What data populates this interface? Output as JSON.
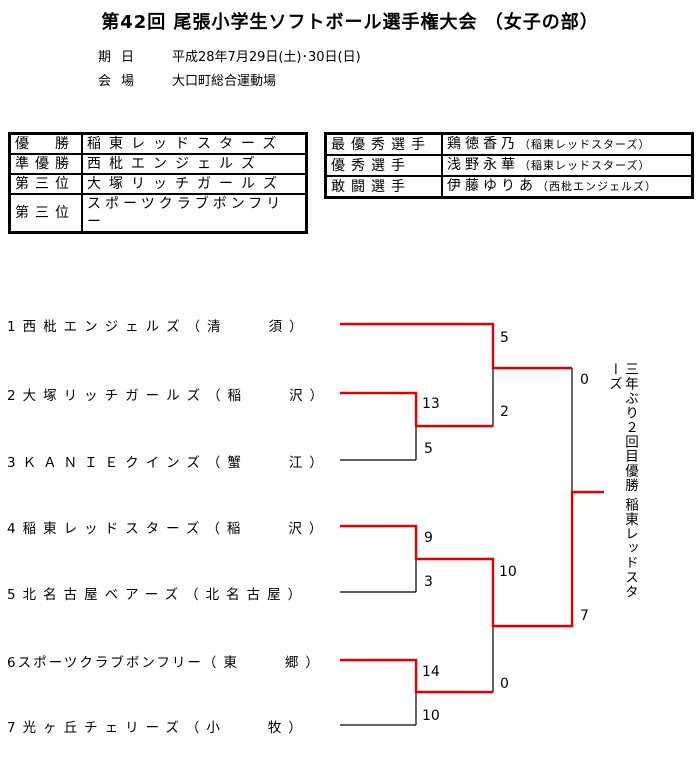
{
  "title": "第42回 尾張小学生ソフトボール選手権大会 （女子の部）",
  "meta": [
    {
      "label": "期日",
      "value": "平成28年7月29日(土)･30日(日)"
    },
    {
      "label": "会場",
      "value": "大口町総合運動場"
    }
  ],
  "standings": [
    {
      "place": "優　勝",
      "team": "稲東レッドスターズ"
    },
    {
      "place": "準優勝",
      "team": "西枇エンジェルズ"
    },
    {
      "place": "第三位",
      "team": "大塚リッチガールズ"
    },
    {
      "place": "第三位",
      "team": "スポーツクラブボンフリー"
    }
  ],
  "awards": [
    {
      "award": "最優秀選手",
      "player": "鶏徳香乃",
      "team": "（稲東レッドスターズ）"
    },
    {
      "award": "優秀選手",
      "player": "浅野永華",
      "team": "（稲東レッドスターズ）"
    },
    {
      "award": "敢闘選手",
      "player": "伊藤ゆりあ",
      "team": "（西枇エンジェルズ）"
    }
  ],
  "teams": [
    {
      "no": "1",
      "name": "西枇エンジェルズ",
      "area": "（清　　須）"
    },
    {
      "no": "2",
      "name": "大塚リッチガールズ",
      "area": "（稲　　沢）"
    },
    {
      "no": "3",
      "name": "ＫＡＮＩＥクインズ",
      "area": "（蟹　　江）"
    },
    {
      "no": "4",
      "name": "稲東レッドスターズ",
      "area": "（稲　　沢）"
    },
    {
      "no": "5",
      "name": "北名古屋ベアーズ",
      "area": "（北名古屋）"
    },
    {
      "no": "6",
      "name": "スポーツクラブボンフリー",
      "area": "（東　　郷）"
    },
    {
      "no": "7",
      "name": "光ヶ丘チェリーズ",
      "area": "（小　　牧）"
    }
  ],
  "scores": {
    "r1a_top": "13",
    "r1a_bot": "5",
    "r1b_top": "9",
    "r1b_bot": "3",
    "r1c_top": "14",
    "r1c_bot": "10",
    "sf1_top": "5",
    "sf1_bot": "2",
    "sf2_top": "10",
    "sf2_bot": "0",
    "final_top": "0",
    "final_bot": "7"
  },
  "champion_note": "三年ぶり２回目優勝 稲東レッドスターズ",
  "colors": {
    "winner_line": "#e00000",
    "line": "#000000"
  }
}
